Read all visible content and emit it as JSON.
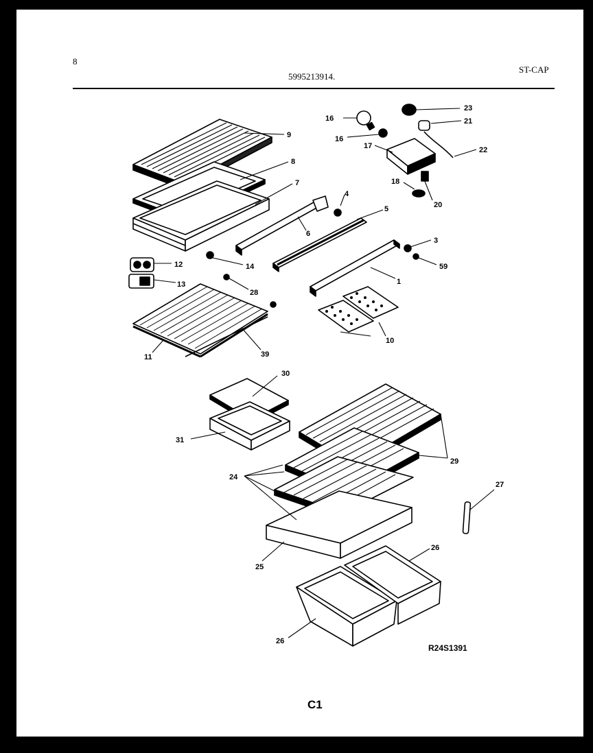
{
  "header": {
    "page_no": "8",
    "part_no": "5995213914.",
    "model": "ST-CAP"
  },
  "footer": {
    "drawing_code": "R24S1391",
    "section": "C1"
  },
  "callouts": [
    {
      "id": "9",
      "text": "9"
    },
    {
      "id": "8",
      "text": "8"
    },
    {
      "id": "7",
      "text": "7"
    },
    {
      "id": "6",
      "text": "6"
    },
    {
      "id": "4",
      "text": "4"
    },
    {
      "id": "5",
      "text": "5"
    },
    {
      "id": "3",
      "text": "3"
    },
    {
      "id": "59",
      "text": "59"
    },
    {
      "id": "1",
      "text": "1"
    },
    {
      "id": "12",
      "text": "12"
    },
    {
      "id": "13",
      "text": "13"
    },
    {
      "id": "14",
      "text": "14"
    },
    {
      "id": "28",
      "text": "28"
    },
    {
      "id": "11",
      "text": "11"
    },
    {
      "id": "39",
      "text": "39"
    },
    {
      "id": "10",
      "text": "10"
    },
    {
      "id": "16a",
      "text": "16"
    },
    {
      "id": "16b",
      "text": "16"
    },
    {
      "id": "17",
      "text": "17"
    },
    {
      "id": "18",
      "text": "18"
    },
    {
      "id": "20",
      "text": "20"
    },
    {
      "id": "21",
      "text": "21"
    },
    {
      "id": "22",
      "text": "22"
    },
    {
      "id": "23",
      "text": "23"
    },
    {
      "id": "30",
      "text": "30"
    },
    {
      "id": "31",
      "text": "31"
    },
    {
      "id": "24",
      "text": "24"
    },
    {
      "id": "29",
      "text": "29"
    },
    {
      "id": "27",
      "text": "27"
    },
    {
      "id": "25",
      "text": "25"
    },
    {
      "id": "26a",
      "text": "26"
    },
    {
      "id": "26b",
      "text": "26"
    }
  ]
}
